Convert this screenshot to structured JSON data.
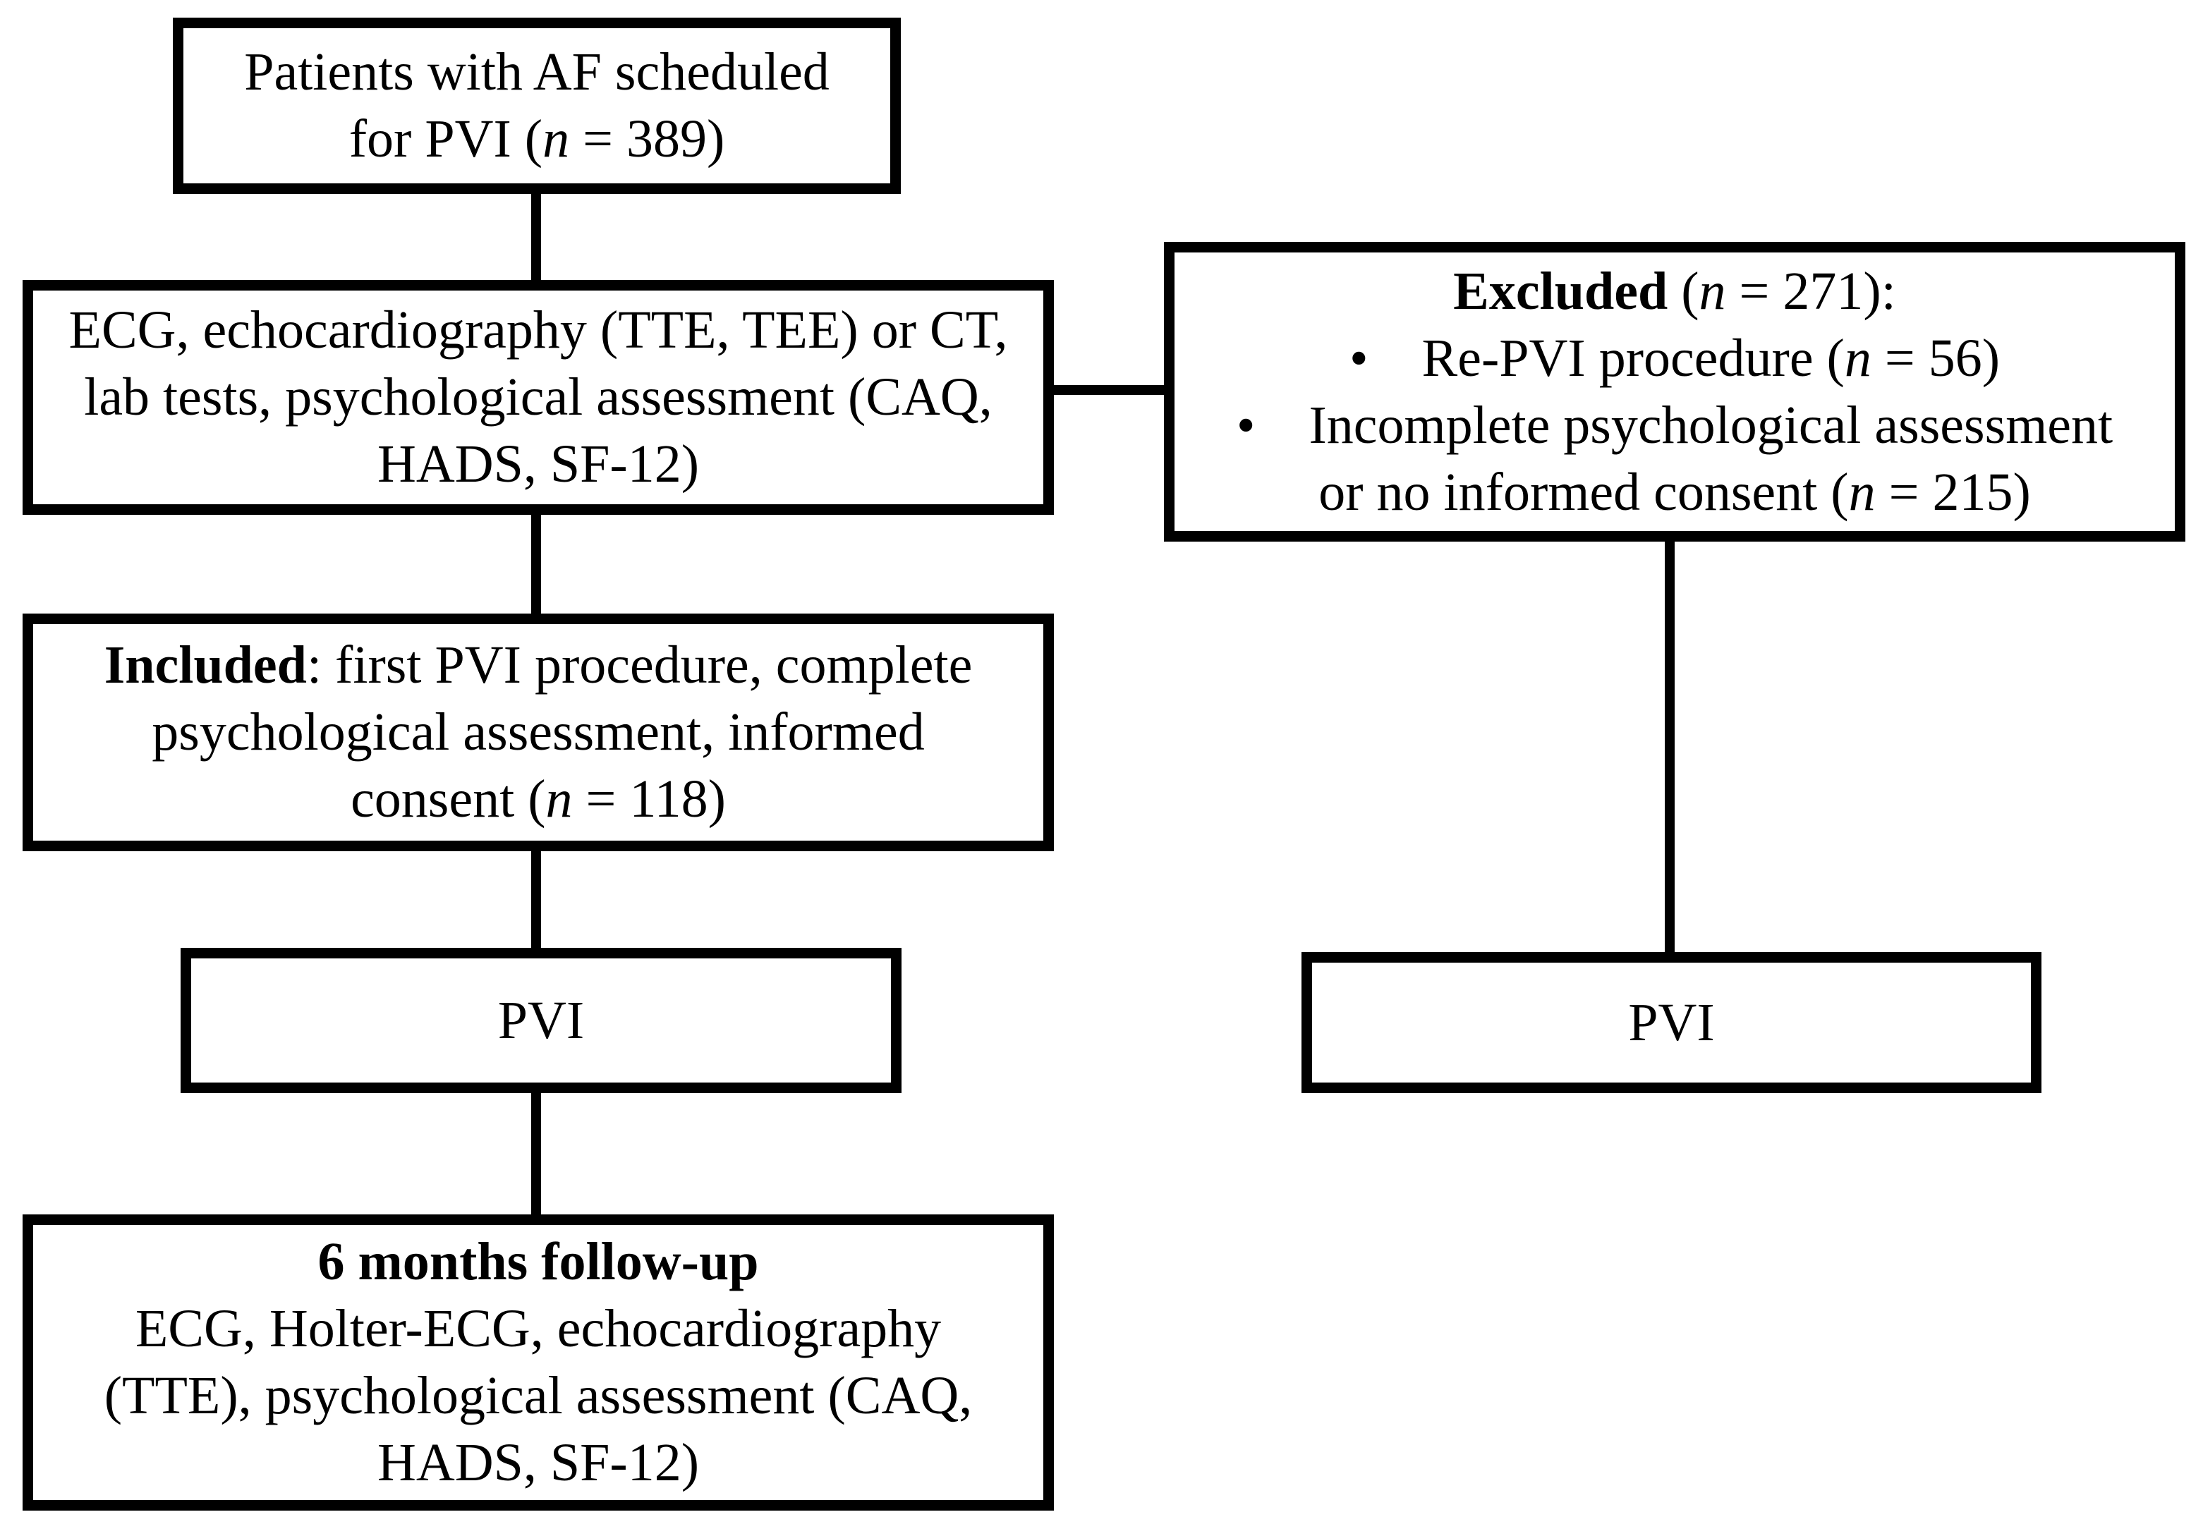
{
  "figure": {
    "type": "flowchart",
    "background_color": "#ffffff",
    "line_color": "#000000"
  },
  "boxes": {
    "patients": {
      "lines": [
        [
          {
            "t": "Patients with AF scheduled"
          }
        ],
        [
          {
            "t": "for PVI ("
          },
          {
            "t": "n",
            "i": true
          },
          {
            "t": " = 389)"
          }
        ]
      ]
    },
    "diagnostics": {
      "lines": [
        [
          {
            "t": "ECG, echocardiography (TTE, TEE) or CT,"
          }
        ],
        [
          {
            "t": "lab tests, psychological assessment (CAQ,"
          }
        ],
        [
          {
            "t": "HADS, SF-12)"
          }
        ]
      ]
    },
    "excluded": {
      "lines": [
        [
          {
            "t": "Excluded",
            "b": true
          },
          {
            "t": " ("
          },
          {
            "t": "n",
            "i": true
          },
          {
            "t": " = 271):"
          }
        ],
        [
          {
            "t": "• "
          },
          {
            "t": "Re-PVI procedure ("
          },
          {
            "t": "n",
            "i": true
          },
          {
            "t": " = 56)"
          }
        ],
        [
          {
            "t": "• "
          },
          {
            "t": "Incomplete psychological assessment"
          }
        ],
        [
          {
            "t": "or no informed consent ("
          },
          {
            "t": "n",
            "i": true
          },
          {
            "t": " = 215)"
          }
        ]
      ]
    },
    "included": {
      "lines": [
        [
          {
            "t": "Included",
            "b": true
          },
          {
            "t": ": first PVI procedure, complete"
          }
        ],
        [
          {
            "t": "psychological assessment, informed"
          }
        ],
        [
          {
            "t": "consent ("
          },
          {
            "t": "n",
            "i": true
          },
          {
            "t": " = 118)"
          }
        ]
      ]
    },
    "pvi_left": {
      "lines": [
        [
          {
            "t": "PVI"
          }
        ]
      ]
    },
    "pvi_right": {
      "lines": [
        [
          {
            "t": "PVI"
          }
        ]
      ]
    },
    "followup": {
      "lines": [
        [
          {
            "t": "6 months follow-up",
            "b": true
          }
        ],
        [
          {
            "t": "ECG, Holter-ECG, echocardiography"
          }
        ],
        [
          {
            "t": "(TTE), psychological assessment (CAQ,"
          }
        ],
        [
          {
            "t": "HADS, SF-12)"
          }
        ]
      ]
    }
  },
  "edges": [
    {
      "from": "patients",
      "to": "diagnostics"
    },
    {
      "from": "diagnostics",
      "to": "excluded"
    },
    {
      "from": "diagnostics",
      "to": "included"
    },
    {
      "from": "included",
      "to": "pvi_left"
    },
    {
      "from": "pvi_left",
      "to": "followup"
    },
    {
      "from": "excluded",
      "to": "pvi_right"
    }
  ]
}
